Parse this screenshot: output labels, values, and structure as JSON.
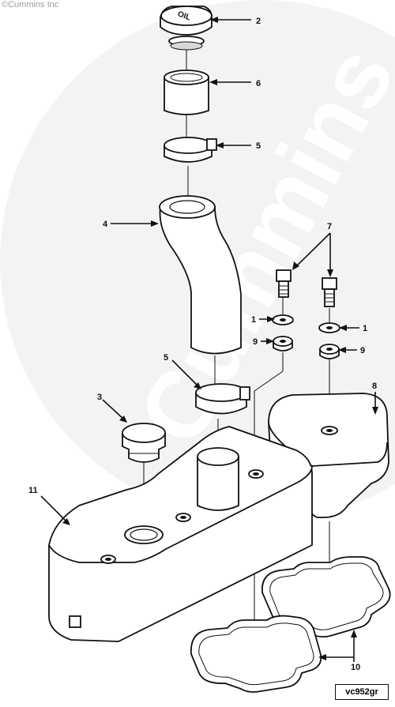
{
  "copyright": "©Cummins Inc",
  "watermark": "Cummins",
  "cap_text": "OIL",
  "figure_code": "vc952gr",
  "callouts": {
    "c1a": "1",
    "c1b": "1",
    "c2": "2",
    "c3": "3",
    "c4": "4",
    "c5a": "5",
    "c5b": "5",
    "c6": "6",
    "c7": "7",
    "c8": "8",
    "c9a": "9",
    "c9b": "9",
    "c10": "10",
    "c11": "11"
  }
}
